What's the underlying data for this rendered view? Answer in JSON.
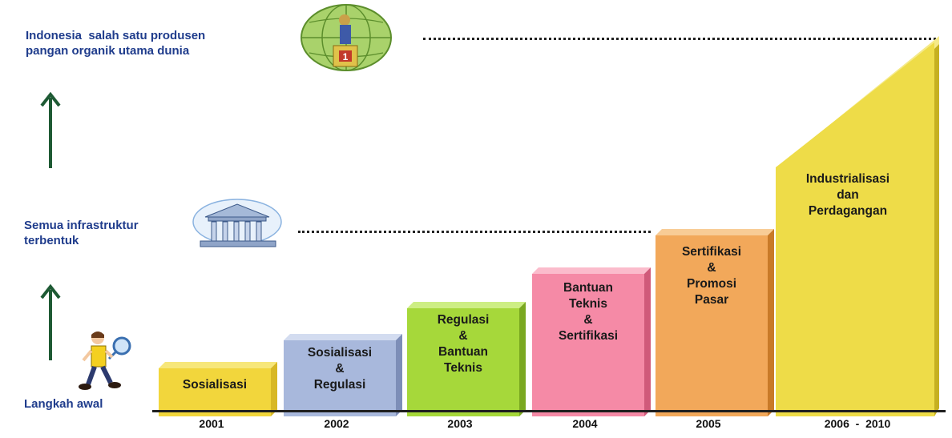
{
  "levels": {
    "top": "Indonesia  salah satu produsen\npangan organik utama dunia",
    "middle": "Semua infrastruktur\nterbentuk",
    "bottom": "Langkah awal"
  },
  "steps": [
    {
      "year": "2001",
      "text": "Sosialisasi",
      "color": "#f2d63c"
    },
    {
      "year": "2002",
      "text": "Sosialisasi\n&\nRegulasi",
      "color": "#a8b8dc"
    },
    {
      "year": "2003",
      "text": "Regulasi\n&\nBantuan\nTeknis",
      "color": "#a6d83a"
    },
    {
      "year": "2004",
      "text": "Bantuan\nTeknis\n&\nSertifikasi",
      "color": "#f58aa6"
    },
    {
      "year": "2005",
      "text": "Sertifikasi\n&\nPromosi\nPasar",
      "color": "#f2a85a"
    },
    {
      "year": "2006  -  2010",
      "text": "Industrialisasi\ndan\nPerdagangan",
      "color": "#eedc48"
    }
  ],
  "icons": {
    "trophy_badge": "1",
    "person": "person-with-magnifier-icon",
    "building": "building-icon",
    "globe": "globe-trophy-icon",
    "arrows": "up-arrow-icon"
  }
}
